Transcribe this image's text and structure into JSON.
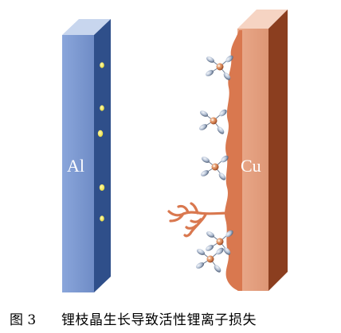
{
  "labels": {
    "anode": "Al",
    "cathode": "Cu"
  },
  "caption": {
    "number": "图 3",
    "text": "锂枝晶生长导致活性锂离子损失"
  },
  "colors": {
    "al_front": "#7e9bd2",
    "al_side": "#2f4f8a",
    "al_top": "#c8d6ee",
    "al_dots": "#f2ea58",
    "cu_front": "#e3a07f",
    "cu_side": "#8b3e1f",
    "cu_top": "#f6d4c3",
    "dendrite": "#d9784f",
    "electrolyte_ball": "#b8c4d6",
    "lithium_ion": "#c8703f"
  },
  "icons": [
    "lithium-ion-solvation-icon"
  ]
}
